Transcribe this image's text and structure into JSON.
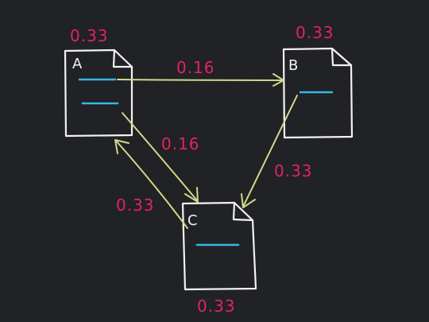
{
  "colors": {
    "background": "#202225",
    "document_outline": "#f2f2f2",
    "arrow": "#d4d88a",
    "text_line": "#38b6e6",
    "score_text": "#e0245e",
    "doc_letter": "#f2f2f2"
  },
  "nodes": {
    "a": {
      "letter": "A",
      "score": "0.33"
    },
    "b": {
      "letter": "B",
      "score": "0.33"
    },
    "c": {
      "letter": "C",
      "score": "0.33"
    }
  },
  "edges": {
    "a_to_b": "0.16",
    "a_to_c": "0.16",
    "b_to_c": "0.33",
    "c_to_a": "0.33"
  }
}
